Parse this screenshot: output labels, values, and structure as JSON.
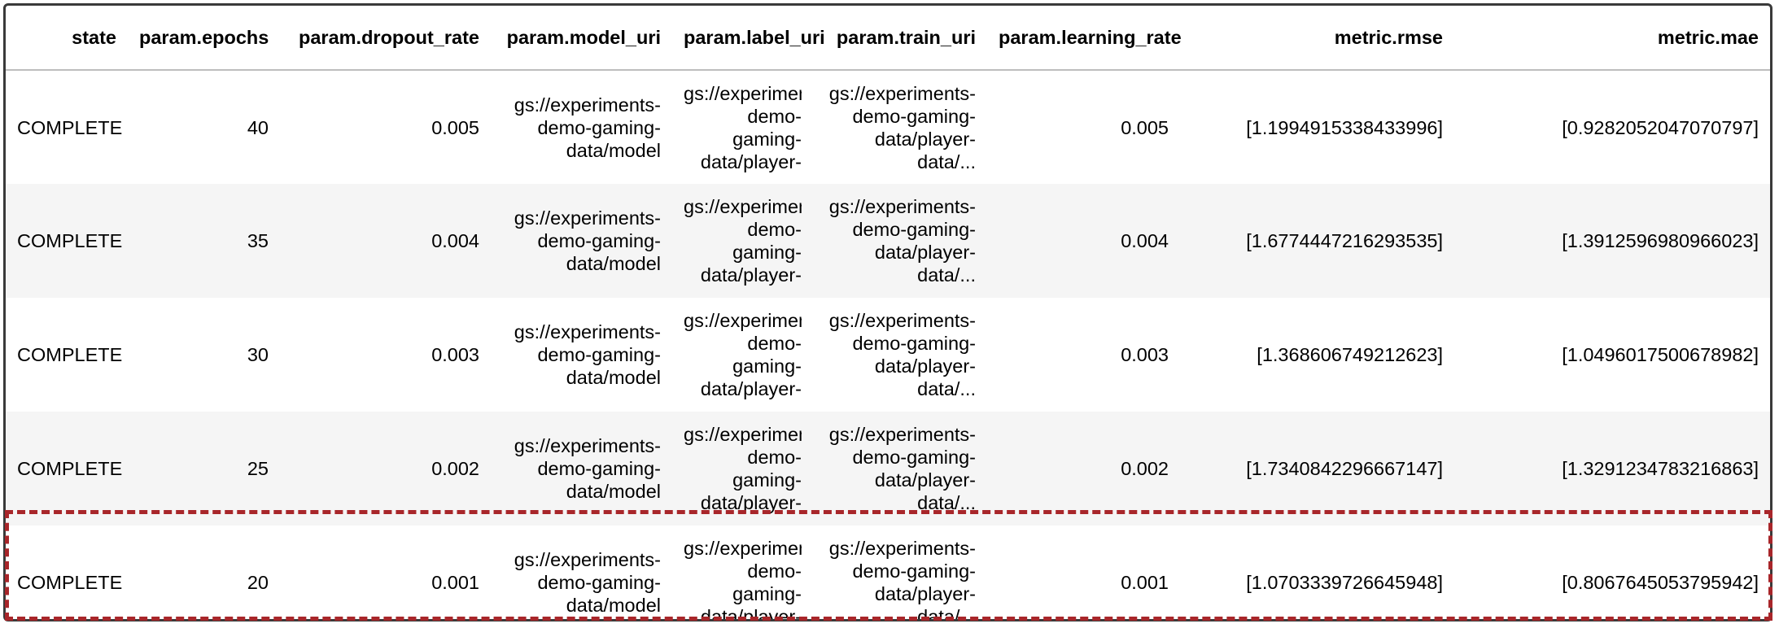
{
  "table": {
    "columns": [
      "state",
      "param.epochs",
      "param.dropout_rate",
      "param.model_uri",
      "param.label_uri",
      "param.train_uri",
      "param.learning_rate",
      "metric.rmse",
      "metric.mae"
    ],
    "rows": [
      {
        "state": "COMPLETE",
        "epochs": "40",
        "dropout_rate": "0.005",
        "model_uri": "gs://experiments-demo-gaming-data/model",
        "label_uri": "gs://experiments-demo-gaming-data/player-data/...",
        "train_uri": "gs://experiments-demo-gaming-data/player-data/...",
        "learning_rate": "0.005",
        "rmse": "[1.1994915338433996]",
        "mae": "[0.9282052047070797]"
      },
      {
        "state": "COMPLETE",
        "epochs": "35",
        "dropout_rate": "0.004",
        "model_uri": "gs://experiments-demo-gaming-data/model",
        "label_uri": "gs://experiments-demo-gaming-data/player-data/...",
        "train_uri": "gs://experiments-demo-gaming-data/player-data/...",
        "learning_rate": "0.004",
        "rmse": "[1.6774447216293535]",
        "mae": "[1.3912596980966023]"
      },
      {
        "state": "COMPLETE",
        "epochs": "30",
        "dropout_rate": "0.003",
        "model_uri": "gs://experiments-demo-gaming-data/model",
        "label_uri": "gs://experiments-demo-gaming-data/player-data/...",
        "train_uri": "gs://experiments-demo-gaming-data/player-data/...",
        "learning_rate": "0.003",
        "rmse": "[1.368606749212623]",
        "mae": "[1.0496017500678982]"
      },
      {
        "state": "COMPLETE",
        "epochs": "25",
        "dropout_rate": "0.002",
        "model_uri": "gs://experiments-demo-gaming-data/model",
        "label_uri": "gs://experiments-demo-gaming-data/player-data/...",
        "train_uri": "gs://experiments-demo-gaming-data/player-data/...",
        "learning_rate": "0.002",
        "rmse": "[1.7340842296667147]",
        "mae": "[1.3291234783216863]"
      },
      {
        "state": "COMPLETE",
        "epochs": "20",
        "dropout_rate": "0.001",
        "model_uri": "gs://experiments-demo-gaming-data/model",
        "label_uri": "gs://experiments-demo-gaming-data/player-data/...",
        "train_uri": "gs://experiments-demo-gaming-data/player-data/...",
        "learning_rate": "0.001",
        "rmse": "[1.0703339726645948]",
        "mae": "[0.8067645053795942]"
      }
    ]
  },
  "highlight": {
    "row_index": 4,
    "color": "#a8262a"
  },
  "colors": {
    "row_alt_background": "#f5f5f5",
    "frame_border": "#3a3a3a"
  }
}
